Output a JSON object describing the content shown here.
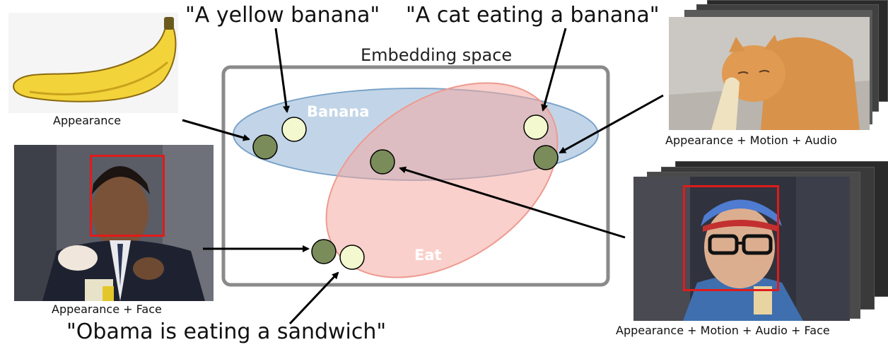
{
  "quotes": {
    "yellow_banana": "\"A yellow banana\"",
    "cat_eating": "\"A cat eating a banana\"",
    "obama": "\"Obama is eating a sandwich\""
  },
  "embedding": {
    "title": "Embedding space",
    "banana_label": "Banana",
    "eat_label": "Eat"
  },
  "captions": {
    "banana": "Appearance",
    "obama": "Appearance + Face",
    "cat": "Appearance + Motion + Audio",
    "man": "Appearance + Motion + Audio + Face"
  },
  "colors": {
    "banana_region": "#8fb3d6",
    "eat_region": "#f4a9a0",
    "visual_point": "#7a8c5a",
    "text_point": "#f3f8cf",
    "face_box": "#e01b1b",
    "frame": "#8a8a8a"
  }
}
